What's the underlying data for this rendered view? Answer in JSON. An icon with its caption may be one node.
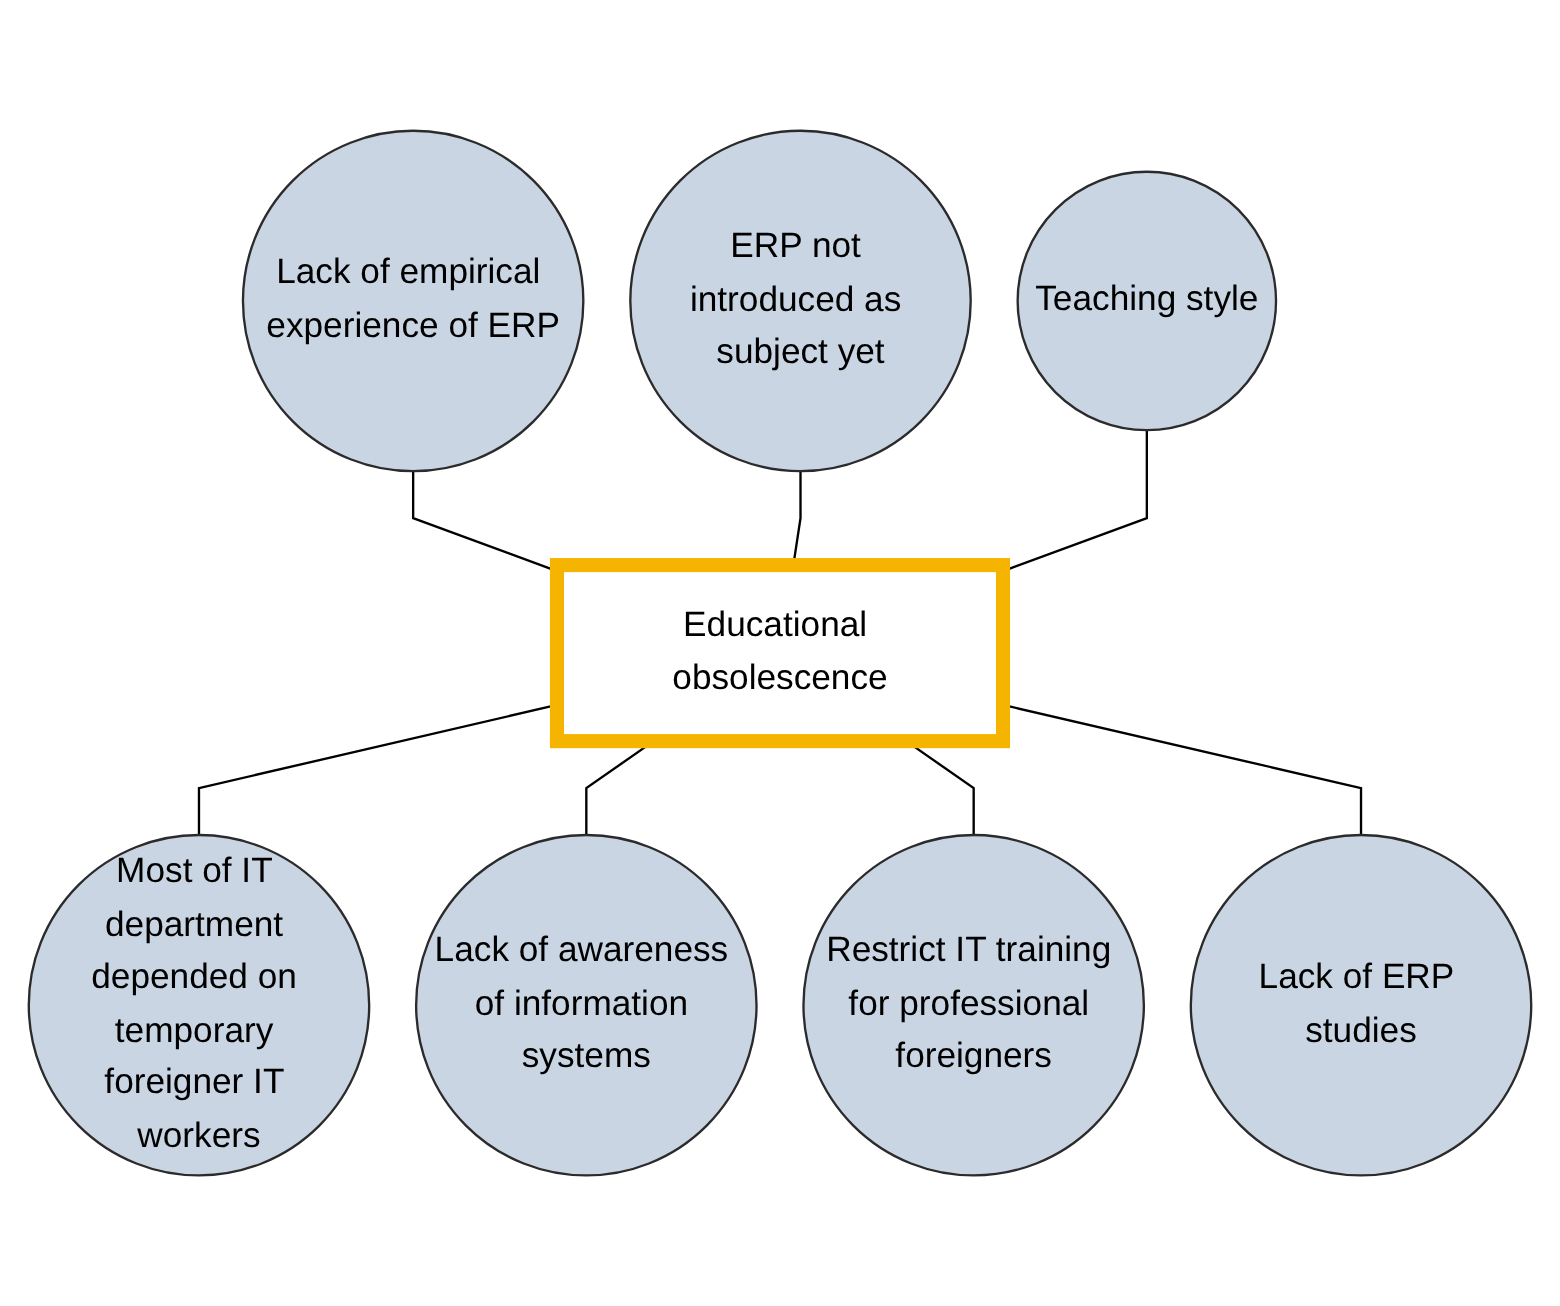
{
  "diagram": {
    "nodes": [
      {
        "text": [
          "Lack of empirical experience of ERP"
        ]
      },
      {
        "text": [
          "ERP not introduced as subject yet"
        ]
      },
      {
        "text": [
          "Teaching style"
        ]
      },
      {
        "text": [
          "Educational obsolescence"
        ]
      },
      {
        "text": [
          "Most of IT department depended on temporary foreigner IT workers"
        ]
      },
      {
        "text": [
          "Lack of awareness of information systems"
        ]
      },
      {
        "text": [
          "Restrict IT training for professional foreigners"
        ]
      },
      {
        "text": [
          "Lack of ERP studies"
        ]
      }
    ],
    "edges": [
      {
        "from": 3,
        "to": 0,
        "arrow": "none"
      },
      {
        "from": 3,
        "to": 1,
        "arrow": "none"
      },
      {
        "from": 3,
        "to": 2,
        "arrow": "none"
      },
      {
        "from": 3,
        "to": 4,
        "arrow": "none"
      },
      {
        "from": 3,
        "to": 5,
        "arrow": "none"
      },
      {
        "from": 3,
        "to": 6,
        "arrow": "none"
      },
      {
        "from": 3,
        "to": 7,
        "arrow": "none"
      }
    ]
  }
}
